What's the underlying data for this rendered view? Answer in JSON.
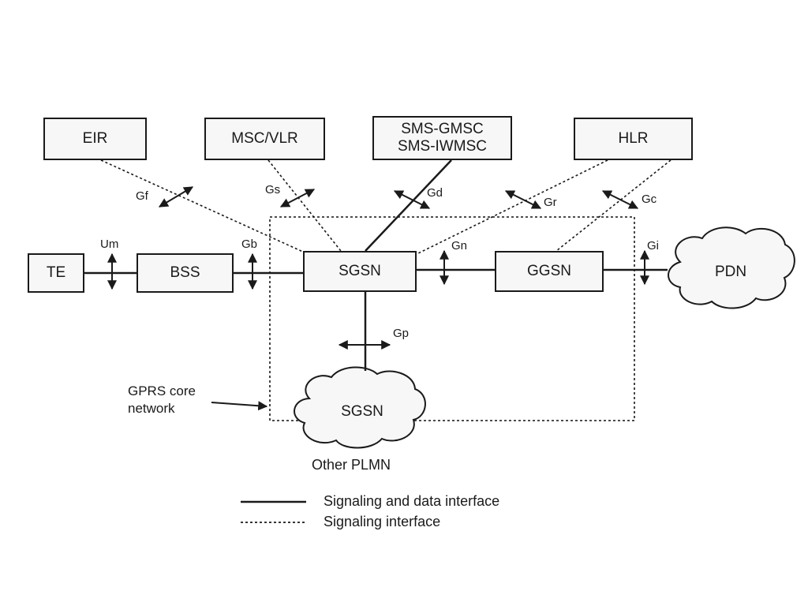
{
  "nodes": {
    "eir": "EIR",
    "msc_vlr": "MSC/VLR",
    "sms_gmsc": "SMS-GMSC",
    "sms_iwmsc": "SMS-IWMSC",
    "hlr": "HLR",
    "te": "TE",
    "bss": "BSS",
    "sgsn": "SGSN",
    "ggsn": "GGSN",
    "pdn": "PDN",
    "other_sgsn": "SGSN"
  },
  "interfaces": {
    "gf": "Gf",
    "gs": "Gs",
    "gd": "Gd",
    "gr": "Gr",
    "gc": "Gc",
    "um": "Um",
    "gb": "Gb",
    "gn": "Gn",
    "gi": "Gi",
    "gp": "Gp"
  },
  "labels": {
    "gprs_core_line1": "GPRS core",
    "gprs_core_line2": "network",
    "other_plmn": "Other PLMN"
  },
  "legend": {
    "solid": "Signaling and data interface",
    "dashed": "Signaling interface"
  }
}
